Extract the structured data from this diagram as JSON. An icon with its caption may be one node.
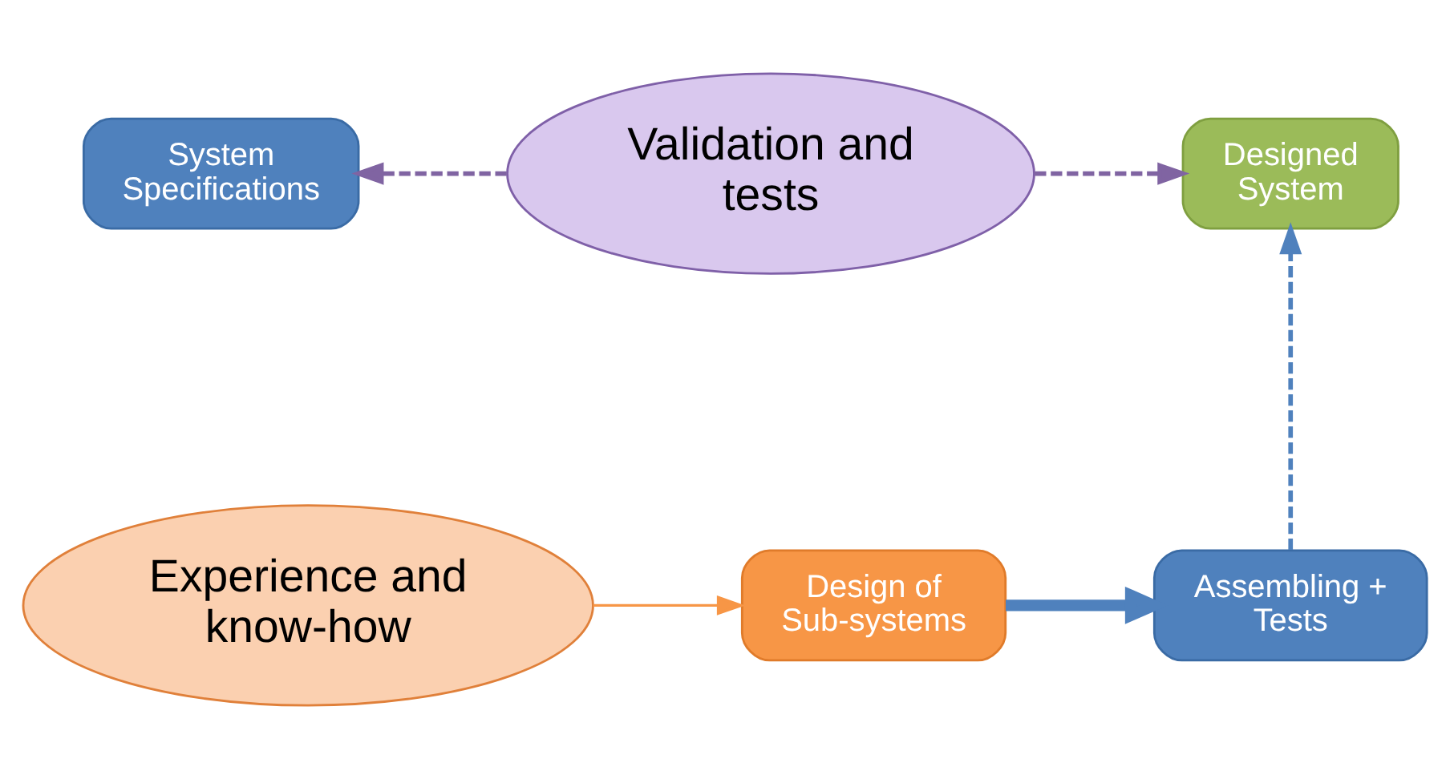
{
  "diagram": {
    "nodes": [
      {
        "text": [
          "System Specifications"
        ]
      },
      {
        "text": [
          "Validation and tests"
        ]
      },
      {
        "text": [
          "Designed System"
        ]
      },
      {
        "text": [
          "Experience and know-how"
        ]
      },
      {
        "text": [
          "Assembling + Tests"
        ]
      },
      {
        "text": [
          "Design of Sub-systems"
        ]
      }
    ],
    "edges": [
      {
        "from": 1,
        "to": 0,
        "arrow": "to",
        "style": "dashed",
        "color": "#8064a2"
      },
      {
        "from": 1,
        "to": 2,
        "arrow": "to",
        "style": "dashed",
        "color": "#8064a2"
      },
      {
        "from": 3,
        "to": 5,
        "arrow": "to",
        "color": "#f79646"
      },
      {
        "from": 5,
        "to": 4,
        "arrow": "to",
        "style": "thick",
        "color": "#4f81bd"
      },
      {
        "from": 4,
        "to": 2,
        "arrow": "to",
        "style": "dashed",
        "color": "#4f81bd"
      }
    ]
  }
}
